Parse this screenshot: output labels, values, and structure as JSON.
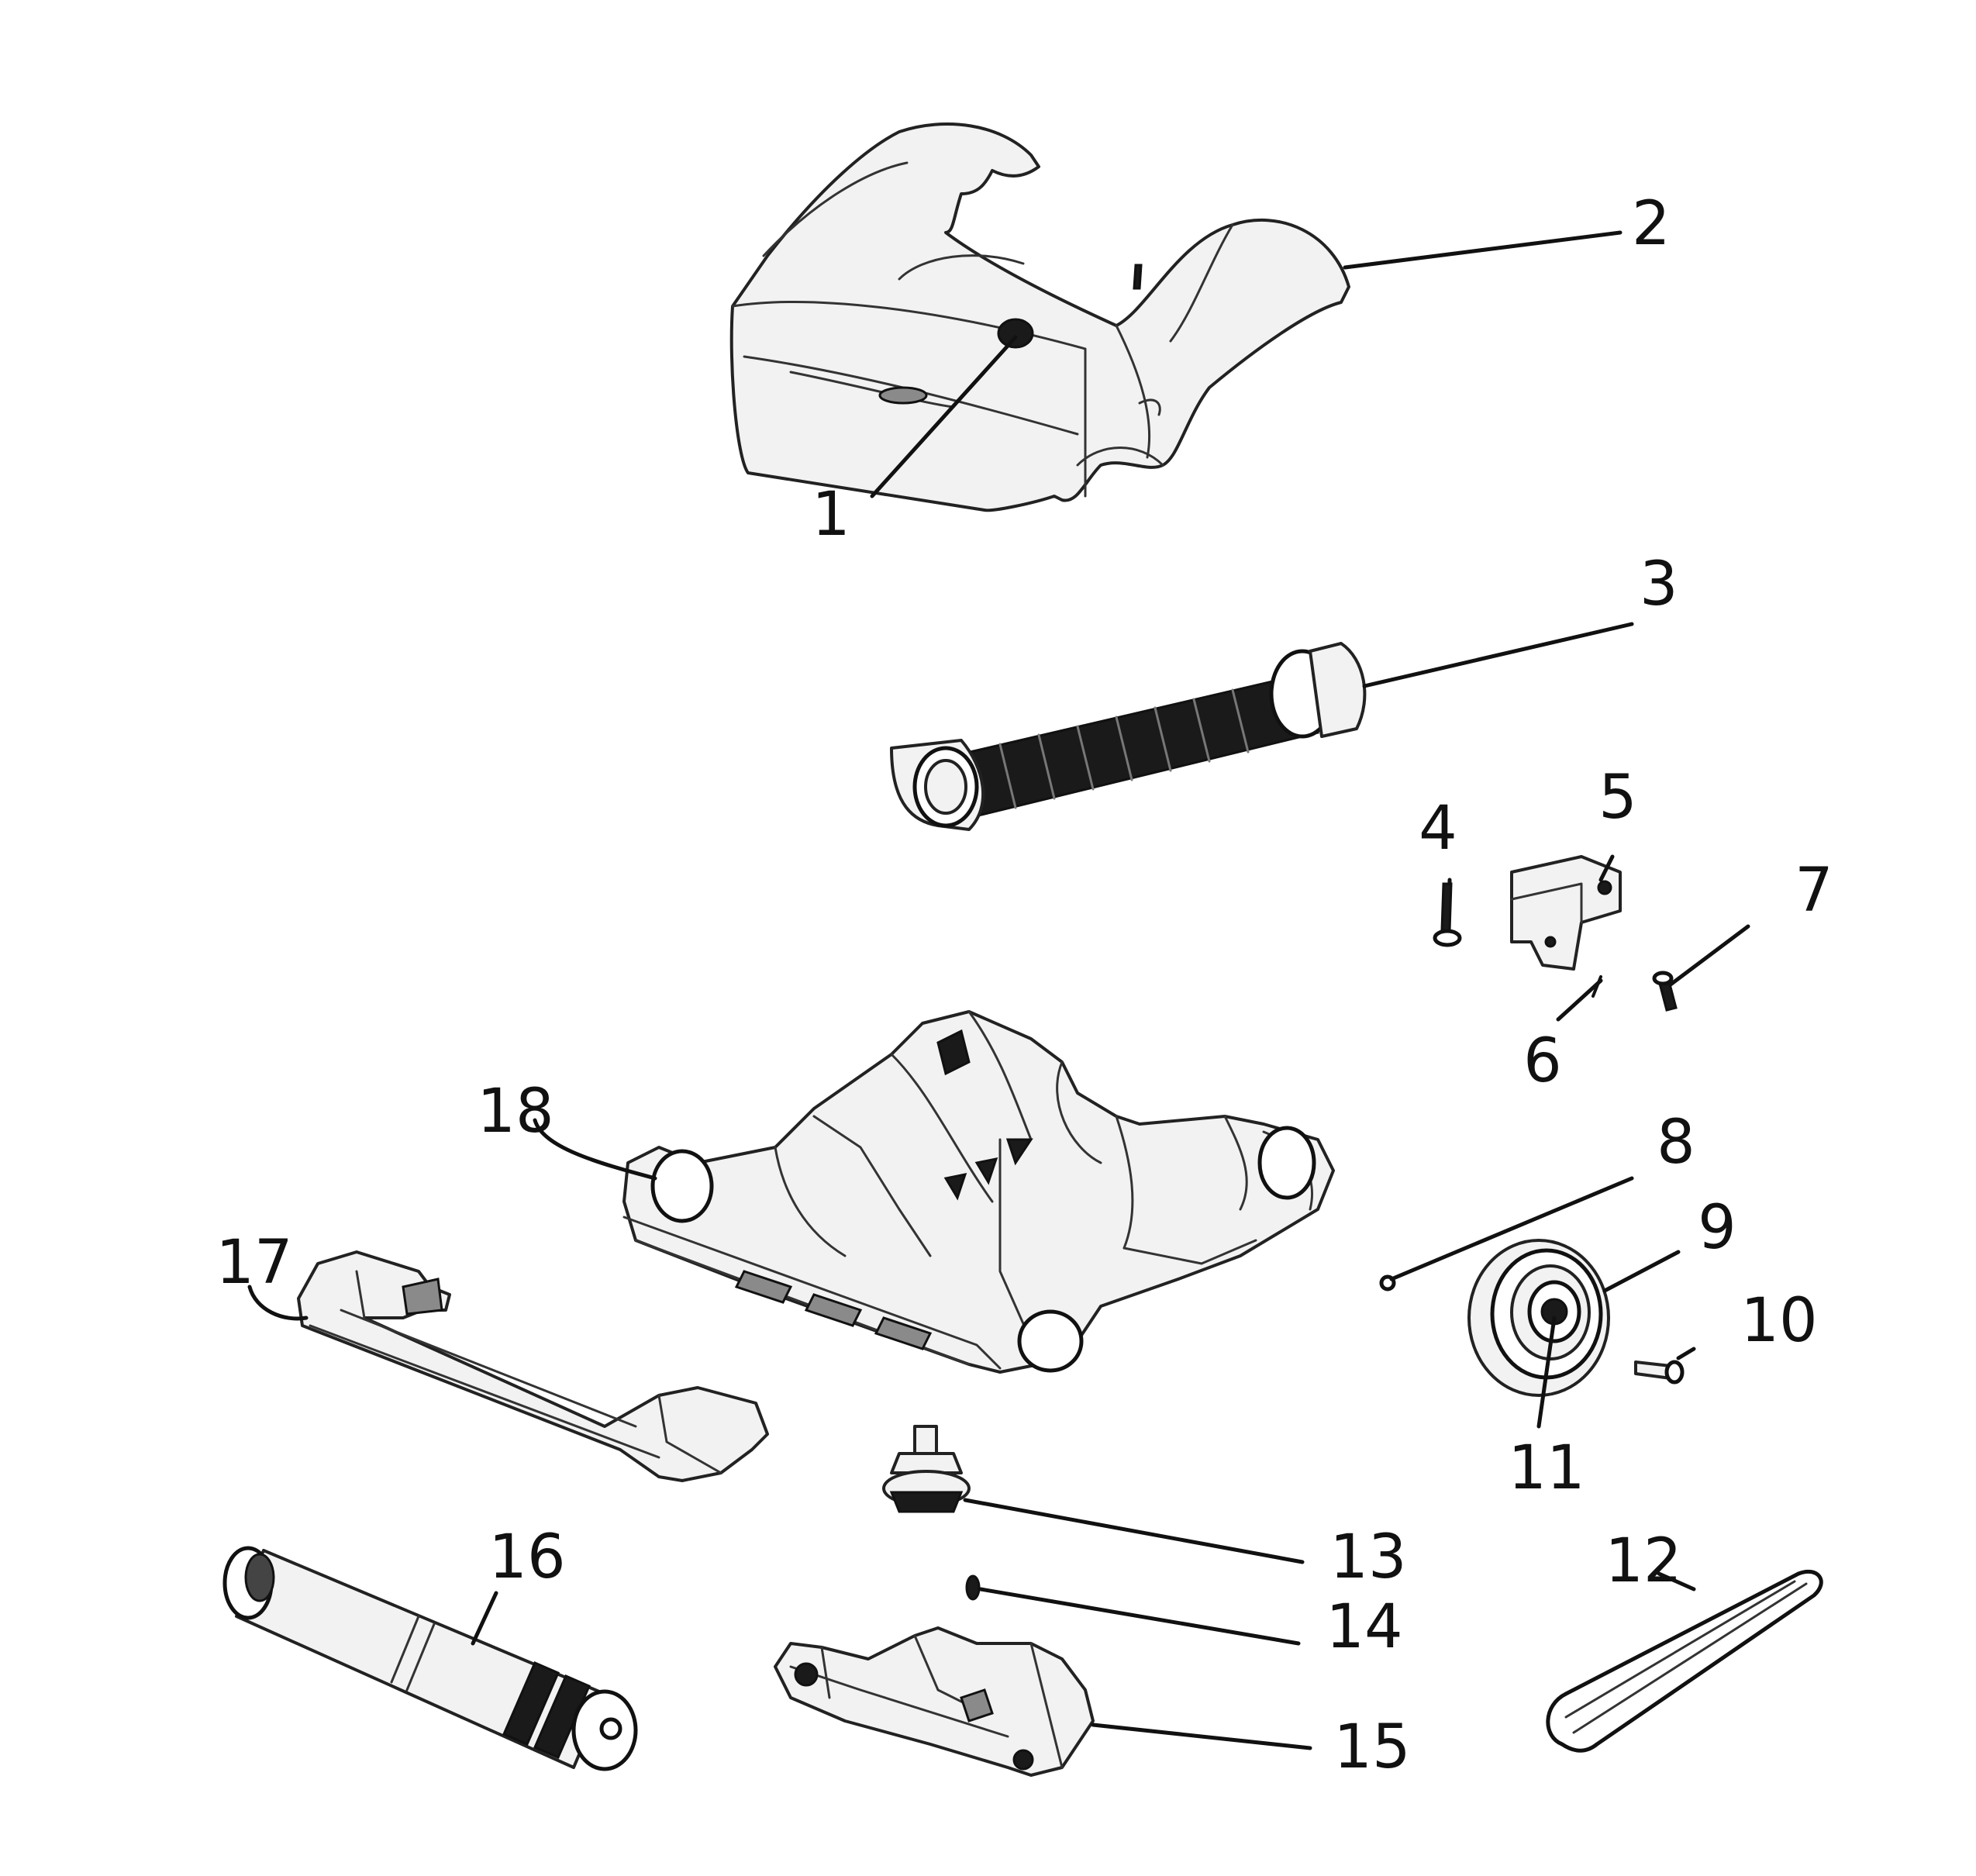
{
  "colors": {
    "ink": "#111111",
    "paper": "#ffffff",
    "shade": "#f2f2f2"
  },
  "callouts": [
    {
      "id": "1",
      "label": "1"
    },
    {
      "id": "2",
      "label": "2"
    },
    {
      "id": "3",
      "label": "3"
    },
    {
      "id": "4",
      "label": "4"
    },
    {
      "id": "5",
      "label": "5"
    },
    {
      "id": "6",
      "label": "6"
    },
    {
      "id": "7",
      "label": "7"
    },
    {
      "id": "8",
      "label": "8"
    },
    {
      "id": "9",
      "label": "9"
    },
    {
      "id": "10",
      "label": "10"
    },
    {
      "id": "11",
      "label": "11"
    },
    {
      "id": "12",
      "label": "12"
    },
    {
      "id": "13",
      "label": "13"
    },
    {
      "id": "14",
      "label": "14"
    },
    {
      "id": "15",
      "label": "15"
    },
    {
      "id": "16",
      "label": "16"
    },
    {
      "id": "17",
      "label": "17"
    },
    {
      "id": "18",
      "label": "18"
    }
  ]
}
